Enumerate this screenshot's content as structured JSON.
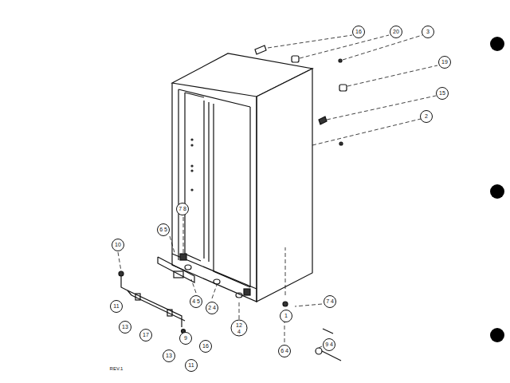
{
  "diagram": {
    "labels": [
      "16",
      "20",
      "3",
      "19",
      "15",
      "2",
      "7 8",
      "6 5",
      "10",
      "4 5",
      "2 4",
      "12 4",
      "1",
      "7 4",
      "6 4",
      "9 4",
      "9",
      "16",
      "11",
      "13",
      "17",
      "13",
      "11",
      "REV.1"
    ]
  }
}
